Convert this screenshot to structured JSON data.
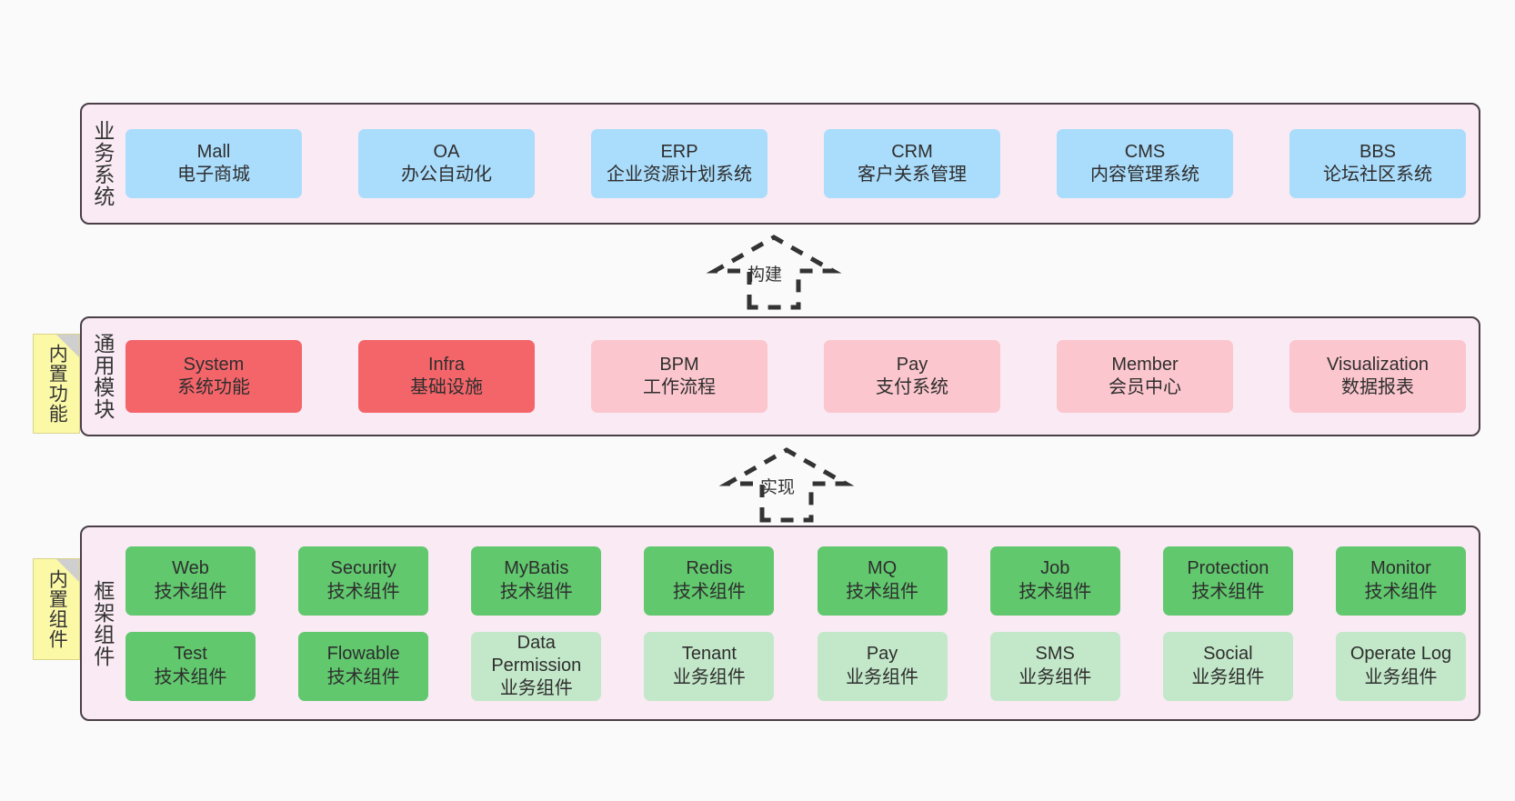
{
  "diagram": {
    "background_color": "#fafafa",
    "panel_fill": "#f9eaf4",
    "panel_border": "#4a3f47",
    "note_fill": "#fbf8a6"
  },
  "layers": [
    {
      "id": "business",
      "title": "业务系统",
      "rows": [
        {
          "row_class": "row-biz",
          "nodes": [
            {
              "en": "Mall",
              "cn": "电子商城",
              "color": "#aadcfb",
              "swatch": "c-blue"
            },
            {
              "en": "OA",
              "cn": "办公自动化",
              "color": "#aadcfb",
              "swatch": "c-blue"
            },
            {
              "en": "ERP",
              "cn": "企业资源计划系统",
              "color": "#aadcfb",
              "swatch": "c-blue"
            },
            {
              "en": "CRM",
              "cn": "客户关系管理",
              "color": "#aadcfb",
              "swatch": "c-blue"
            },
            {
              "en": "CMS",
              "cn": "内容管理系统",
              "color": "#aadcfb",
              "swatch": "c-blue"
            },
            {
              "en": "BBS",
              "cn": "论坛社区系统",
              "color": "#aadcfb",
              "swatch": "c-blue"
            }
          ]
        }
      ]
    },
    {
      "id": "module",
      "title": "通用模块",
      "note": "内置功能",
      "rows": [
        {
          "row_class": "row-mod",
          "nodes": [
            {
              "en": "System",
              "cn": "系统功能",
              "color": "#f4656a",
              "swatch": "c-red"
            },
            {
              "en": "Infra",
              "cn": "基础设施",
              "color": "#f4656a",
              "swatch": "c-red"
            },
            {
              "en": "BPM",
              "cn": "工作流程",
              "color": "#fbc6cd",
              "swatch": "c-pink"
            },
            {
              "en": "Pay",
              "cn": "支付系统",
              "color": "#fbc6cd",
              "swatch": "c-pink"
            },
            {
              "en": "Member",
              "cn": "会员中心",
              "color": "#fbc6cd",
              "swatch": "c-pink"
            },
            {
              "en": "Visualization",
              "cn": "数据报表",
              "color": "#fbc6cd",
              "swatch": "c-pink"
            }
          ]
        }
      ]
    },
    {
      "id": "framework",
      "title": "框架组件",
      "note": "内置组件",
      "rows": [
        {
          "row_class": "row-fw",
          "nodes": [
            {
              "en": "Web",
              "cn": "技术组件",
              "color": "#61c86e",
              "swatch": "c-green"
            },
            {
              "en": "Security",
              "cn": "技术组件",
              "color": "#61c86e",
              "swatch": "c-green"
            },
            {
              "en": "MyBatis",
              "cn": "技术组件",
              "color": "#61c86e",
              "swatch": "c-green"
            },
            {
              "en": "Redis",
              "cn": "技术组件",
              "color": "#61c86e",
              "swatch": "c-green"
            },
            {
              "en": "MQ",
              "cn": "技术组件",
              "color": "#61c86e",
              "swatch": "c-green"
            },
            {
              "en": "Job",
              "cn": "技术组件",
              "color": "#61c86e",
              "swatch": "c-green"
            },
            {
              "en": "Protection",
              "cn": "技术组件",
              "color": "#61c86e",
              "swatch": "c-green"
            },
            {
              "en": "Monitor",
              "cn": "技术组件",
              "color": "#61c86e",
              "swatch": "c-green"
            }
          ]
        },
        {
          "row_class": "row-fw",
          "nodes": [
            {
              "en": "Test",
              "cn": "技术组件",
              "color": "#61c86e",
              "swatch": "c-green"
            },
            {
              "en": "Flowable",
              "cn": "技术组件",
              "color": "#61c86e",
              "swatch": "c-green"
            },
            {
              "en": "Data Permission",
              "cn": "业务组件",
              "color": "#c3e8c9",
              "swatch": "c-lgreen"
            },
            {
              "en": "Tenant",
              "cn": "业务组件",
              "color": "#c3e8c9",
              "swatch": "c-lgreen"
            },
            {
              "en": "Pay",
              "cn": "业务组件",
              "color": "#c3e8c9",
              "swatch": "c-lgreen"
            },
            {
              "en": "SMS",
              "cn": "业务组件",
              "color": "#c3e8c9",
              "swatch": "c-lgreen"
            },
            {
              "en": "Social",
              "cn": "业务组件",
              "color": "#c3e8c9",
              "swatch": "c-lgreen"
            },
            {
              "en": "Operate Log",
              "cn": "业务组件",
              "color": "#c3e8c9",
              "swatch": "c-lgreen"
            }
          ]
        }
      ]
    }
  ],
  "connectors": [
    {
      "id": "build",
      "label": "构建",
      "from": "module",
      "to": "business"
    },
    {
      "id": "implement",
      "label": "实现",
      "from": "framework",
      "to": "module"
    }
  ]
}
